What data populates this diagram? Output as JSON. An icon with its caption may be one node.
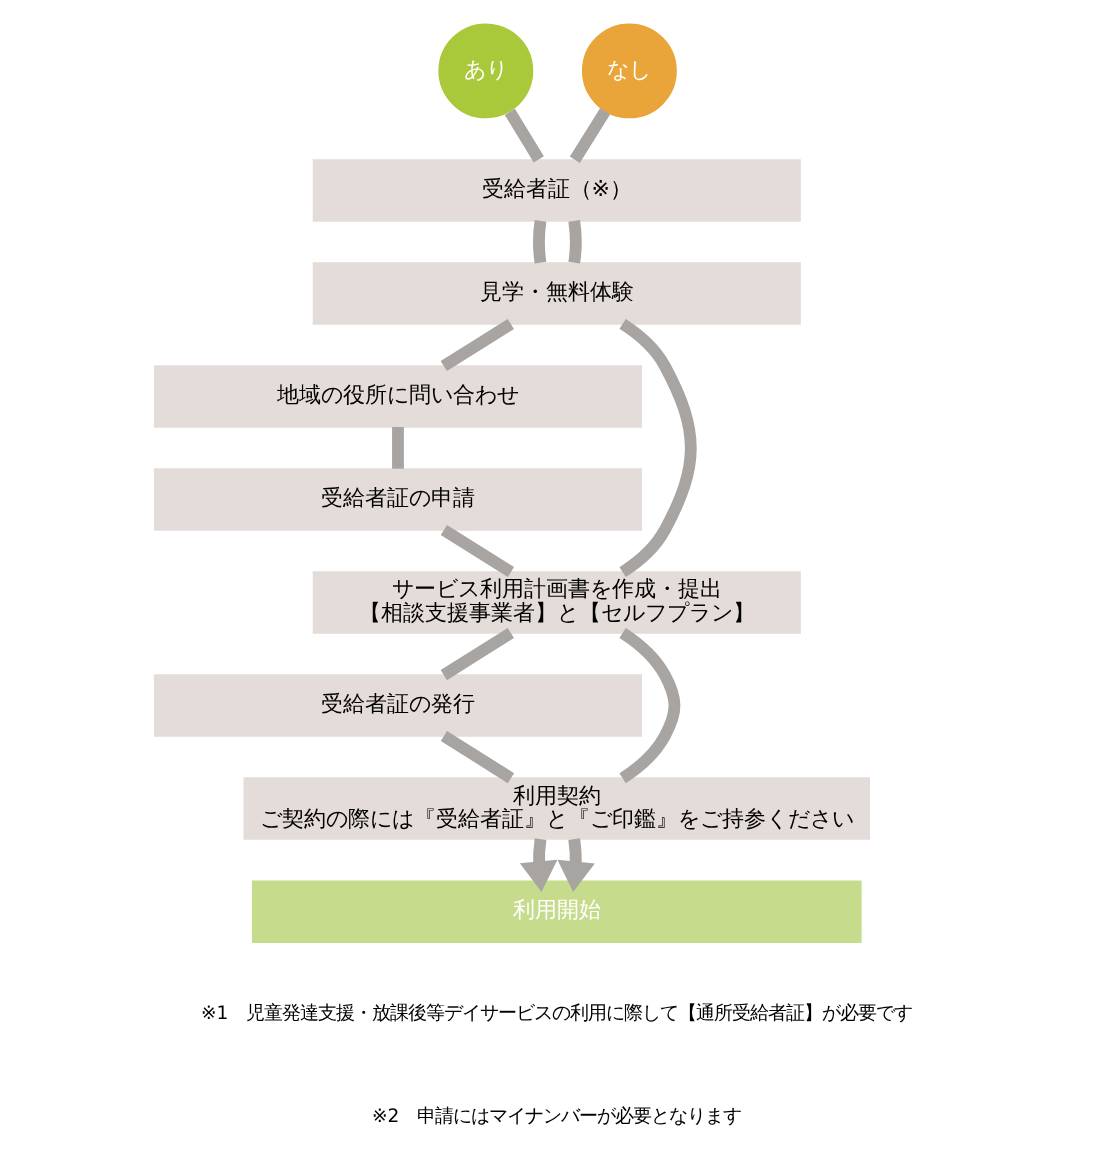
{
  "diagram": {
    "nodes": [
      {
        "text": [
          "あり"
        ]
      },
      {
        "text": [
          "なし"
        ]
      },
      {
        "text": [
          "受給者証（※）"
        ]
      },
      {
        "text": [
          "見学・無料体験"
        ]
      },
      {
        "text": [
          "地域の役所に問い合わせ"
        ]
      },
      {
        "text": [
          "受給者証の申請"
        ]
      },
      {
        "text": [
          "サービス利用計画書を作成・提出",
          "【相談支援事業者】と【セルフプラン】"
        ]
      },
      {
        "text": [
          "受給者証の発行"
        ]
      },
      {
        "text": [
          "利用契約",
          "ご契約の際には『受給者証』と『ご印鑑』をご持参ください"
        ]
      },
      {
        "text": [
          "利用開始"
        ]
      }
    ],
    "edges": [
      {
        "from": 0,
        "to": 2,
        "arrow": "none"
      },
      {
        "from": 1,
        "to": 2,
        "arrow": "none"
      },
      {
        "from": 2,
        "to": 3,
        "arrow": "none"
      },
      {
        "from": 2,
        "to": 3,
        "arrow": "none"
      },
      {
        "from": 3,
        "to": 6,
        "arrow": "none"
      },
      {
        "from": 3,
        "to": 4,
        "arrow": "none"
      },
      {
        "from": 4,
        "to": 5,
        "arrow": "none"
      },
      {
        "from": 5,
        "to": 6,
        "arrow": "none"
      },
      {
        "from": 6,
        "to": 8,
        "arrow": "none"
      },
      {
        "from": 6,
        "to": 7,
        "arrow": "none"
      },
      {
        "from": 7,
        "to": 8,
        "arrow": "none"
      },
      {
        "from": 8,
        "to": 9,
        "arrow": "to"
      },
      {
        "from": 8,
        "to": 9,
        "arrow": "to"
      }
    ],
    "labels": [
      "※1　児童発達支援・放課後等デイサービスの利用に際して【通所受給者証】が必要です",
      "※2　申請にはマイナンバーが必要となります"
    ]
  }
}
